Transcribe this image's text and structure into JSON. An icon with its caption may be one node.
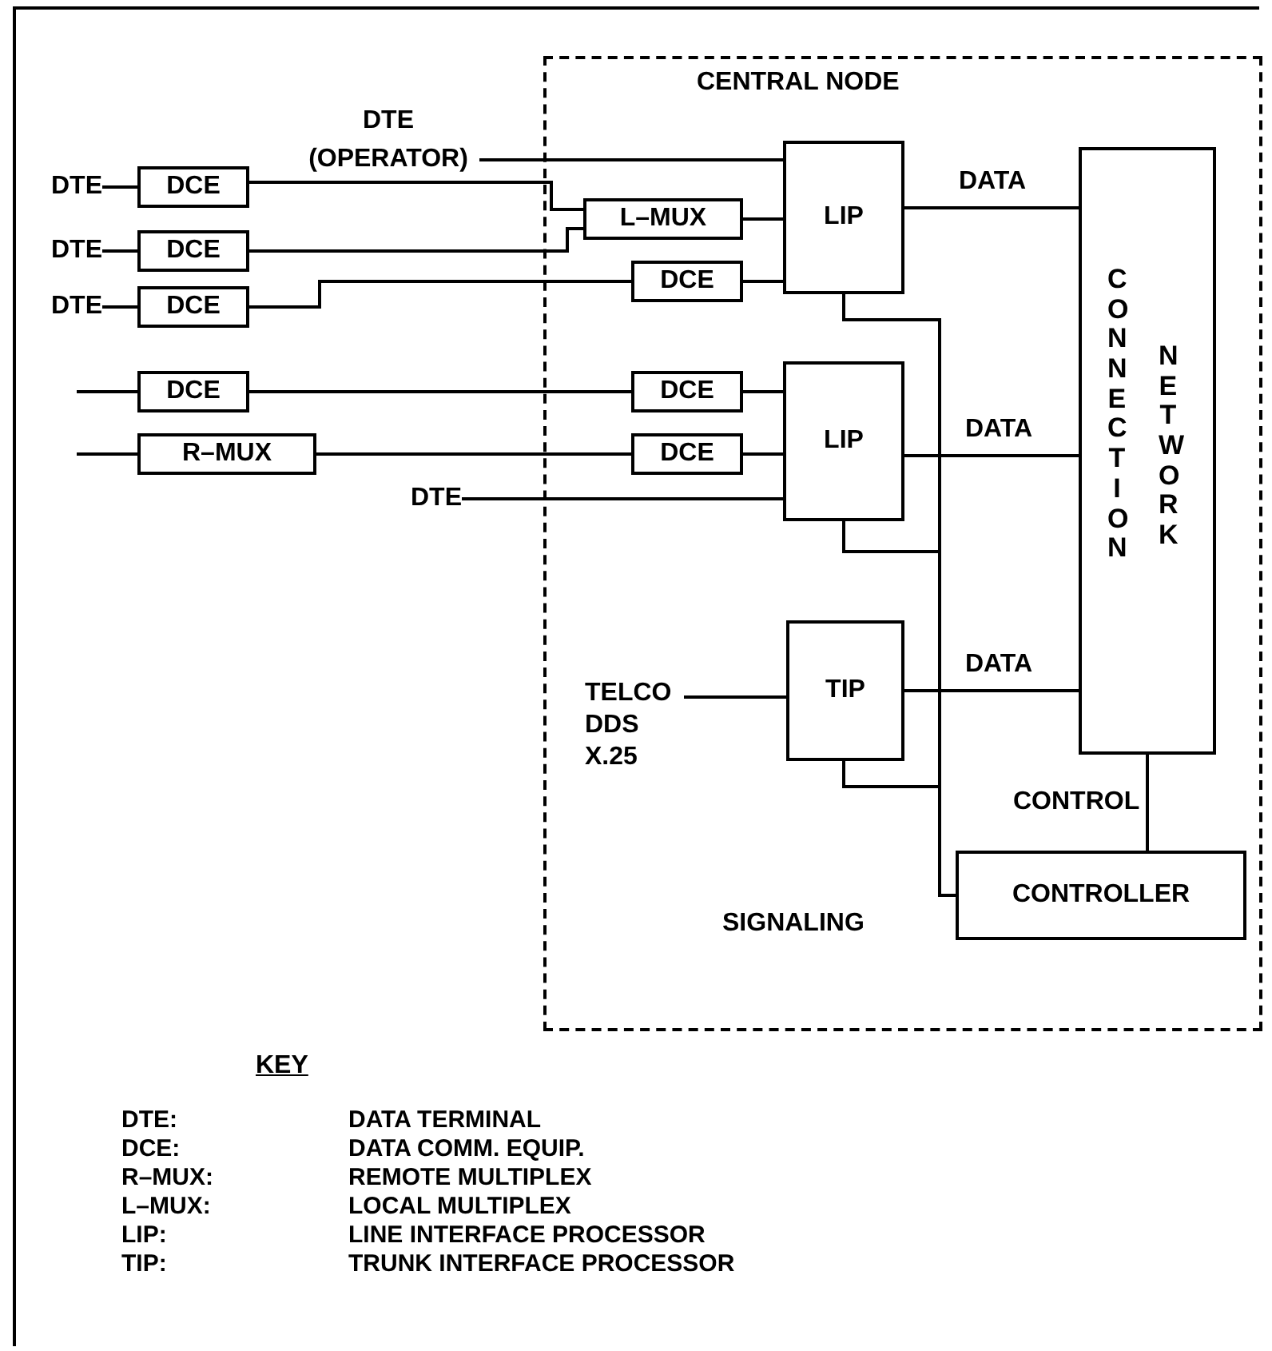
{
  "diagram": {
    "nodes": [
      {
        "text": [
          "CENTRAL NODE"
        ]
      },
      {
        "text": [
          "DTE"
        ]
      },
      {
        "text": [
          "DCE"
        ]
      },
      {
        "text": [
          "DTE"
        ]
      },
      {
        "text": [
          "DCE"
        ]
      },
      {
        "text": [
          "DTE"
        ]
      },
      {
        "text": [
          "DCE"
        ]
      },
      {
        "text": [
          "DCE"
        ]
      },
      {
        "text": [
          "R–MUX"
        ]
      },
      {
        "text": [
          "DTE (OPERATOR)"
        ]
      },
      {
        "text": [
          "L–MUX"
        ],
        "in": 0
      },
      {
        "text": [
          "DCE"
        ],
        "in": 0
      },
      {
        "text": [
          "LIP"
        ],
        "in": 0
      },
      {
        "text": [
          "DCE"
        ],
        "in": 0
      },
      {
        "text": [
          "DCE"
        ],
        "in": 0
      },
      {
        "text": [
          "DTE"
        ]
      },
      {
        "text": [
          "LIP"
        ],
        "in": 0
      },
      {
        "text": [
          "TELCO DDS X.25"
        ],
        "in": 0
      },
      {
        "text": [
          "TIP"
        ],
        "in": 0
      },
      {
        "text": [
          "CONNECTION",
          "NETWORK"
        ],
        "in": 0
      },
      {
        "text": [
          "CONTROLLER"
        ],
        "in": 0
      }
    ],
    "edges": [
      {
        "from": 1,
        "to": 2,
        "arrow": "none"
      },
      {
        "from": 3,
        "to": 4,
        "arrow": "none"
      },
      {
        "from": 5,
        "to": 6,
        "arrow": "none"
      },
      {
        "from": null,
        "to": 7,
        "arrow": "none"
      },
      {
        "from": null,
        "to": 8,
        "arrow": "none"
      },
      {
        "from": 2,
        "to": 10,
        "arrow": "none"
      },
      {
        "from": 4,
        "to": 10,
        "arrow": "none"
      },
      {
        "from": 6,
        "to": 11,
        "arrow": "none"
      },
      {
        "from": 9,
        "to": 12,
        "arrow": "none"
      },
      {
        "from": 10,
        "to": 12,
        "arrow": "none"
      },
      {
        "from": 11,
        "to": 12,
        "arrow": "none"
      },
      {
        "from": 7,
        "to": 13,
        "arrow": "none"
      },
      {
        "from": 8,
        "to": 14,
        "arrow": "none"
      },
      {
        "from": 15,
        "to": 16,
        "arrow": "none"
      },
      {
        "from": 13,
        "to": 16,
        "arrow": "none"
      },
      {
        "from": 14,
        "to": 16,
        "arrow": "none"
      },
      {
        "from": 17,
        "to": 18,
        "arrow": "none"
      },
      {
        "from": 12,
        "to": 19,
        "label": "DATA",
        "arrow": "none"
      },
      {
        "from": 16,
        "to": 19,
        "label": "DATA",
        "arrow": "none"
      },
      {
        "from": 18,
        "to": 19,
        "label": "DATA",
        "arrow": "none"
      },
      {
        "from": 12,
        "to": 20,
        "arrow": "none"
      },
      {
        "from": 16,
        "to": 20,
        "arrow": "none"
      },
      {
        "from": 18,
        "to": 20,
        "arrow": "none"
      },
      {
        "from": 19,
        "to": 20,
        "label": "CONTROL",
        "arrow": "none"
      }
    ],
    "labels": [
      "SIGNALING",
      "KEY",
      "DTE:",
      "DATA TERMINAL",
      "DCE:",
      "DATA COMM. EQUIP.",
      "R–MUX:",
      "REMOTE MULTIPLEX",
      "L–MUX:",
      "LOCAL MULTIPLEX",
      "LIP:",
      "LINE INTERFACE PROCESSOR",
      "TIP:",
      "TRUNK INTERFACE PROCESSOR"
    ]
  }
}
